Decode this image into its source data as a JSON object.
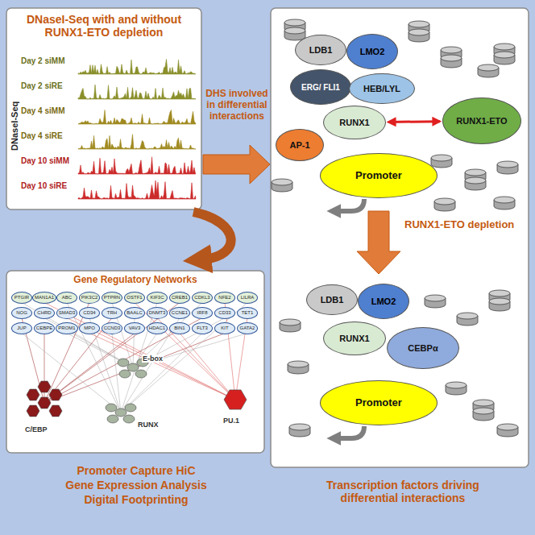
{
  "diagram": {
    "nodes": [
      {
        "text": [
          "DNaseI-Seq with and without RUNX1-ETO depletion"
        ]
      },
      {
        "text": [
          "LDB1"
        ]
      },
      {
        "text": [
          "LMO2"
        ]
      },
      {
        "text": [
          "ERG/ FLI1"
        ]
      },
      {
        "text": [
          "HEB/LYL"
        ]
      },
      {
        "text": [
          "RUNX1"
        ]
      },
      {
        "text": [
          "RUNX1-ETO"
        ]
      },
      {
        "text": [
          "AP-1"
        ]
      },
      {
        "text": [
          "Promoter"
        ]
      },
      {
        "text": [
          "LDB1"
        ]
      },
      {
        "text": [
          "LMO2"
        ]
      },
      {
        "text": [
          "RUNX1"
        ]
      },
      {
        "text": [
          "CEBPα"
        ]
      },
      {
        "text": [
          "Promoter"
        ]
      },
      {
        "text": [
          "Gene Regulatory Networks"
        ]
      },
      {
        "text": [
          "PTGIR"
        ],
        "in": 14
      },
      {
        "text": [
          "MAN1A1"
        ],
        "in": 14
      },
      {
        "text": [
          "ABC"
        ],
        "in": 14
      },
      {
        "text": [
          "PIK3C2"
        ],
        "in": 14
      },
      {
        "text": [
          "PTPRN"
        ],
        "in": 14
      },
      {
        "text": [
          "OSTF1"
        ],
        "in": 14
      },
      {
        "text": [
          "KIF3C"
        ],
        "in": 14
      },
      {
        "text": [
          "CREB1"
        ],
        "in": 14
      },
      {
        "text": [
          "CDKL3"
        ],
        "in": 14
      },
      {
        "text": [
          "NFE2"
        ],
        "in": 14
      },
      {
        "text": [
          "LILRA"
        ],
        "in": 14
      },
      {
        "text": [
          "NOG"
        ],
        "in": 14
      },
      {
        "text": [
          "CHRD"
        ],
        "in": 14
      },
      {
        "text": [
          "SMAD3"
        ],
        "in": 14
      },
      {
        "text": [
          "CD34"
        ],
        "in": 14
      },
      {
        "text": [
          "TRH"
        ],
        "in": 14
      },
      {
        "text": [
          "BAALC"
        ],
        "in": 14
      },
      {
        "text": [
          "DNMT3"
        ],
        "in": 14
      },
      {
        "text": [
          "CCNE1"
        ],
        "in": 14
      },
      {
        "text": [
          "IRF8"
        ],
        "in": 14
      },
      {
        "text": [
          "CD33"
        ],
        "in": 14
      },
      {
        "text": [
          "TET1"
        ],
        "in": 14
      },
      {
        "text": [
          "JUP"
        ],
        "in": 14
      },
      {
        "text": [
          "CEBPE"
        ],
        "in": 14
      },
      {
        "text": [
          "PROM1"
        ],
        "in": 14
      },
      {
        "text": [
          "MPO"
        ],
        "in": 14
      },
      {
        "text": [
          "CCND3"
        ],
        "in": 14
      },
      {
        "text": [
          "VAV3"
        ],
        "in": 14
      },
      {
        "text": [
          "HDAC1"
        ],
        "in": 14
      },
      {
        "text": [
          "BIN1"
        ],
        "in": 14
      },
      {
        "text": [
          "FLT3"
        ],
        "in": 14
      },
      {
        "text": [
          "KIT"
        ],
        "in": 14
      },
      {
        "text": [
          "GATA2"
        ],
        "in": 14
      }
    ],
    "edges": [
      {
        "from": 5,
        "to": 6,
        "arrow": "both"
      }
    ],
    "labels": [
      "Day 2 siMM",
      "Day 2 siRE",
      "Day 4 siMM",
      "Day 4 siRE",
      "Day 10 siMM",
      "Day 10 siRE",
      "DNaseI-Seq",
      "DHS involved in differential interactions",
      "RUNX1-ETO depletion",
      "E-box",
      "C/EBP",
      "RUNX",
      "PU.1",
      "Promoter Capture HiC",
      "Gene Expression Analysis",
      "Digital Footprinting",
      "Transcription factors driving differential interactions"
    ]
  }
}
